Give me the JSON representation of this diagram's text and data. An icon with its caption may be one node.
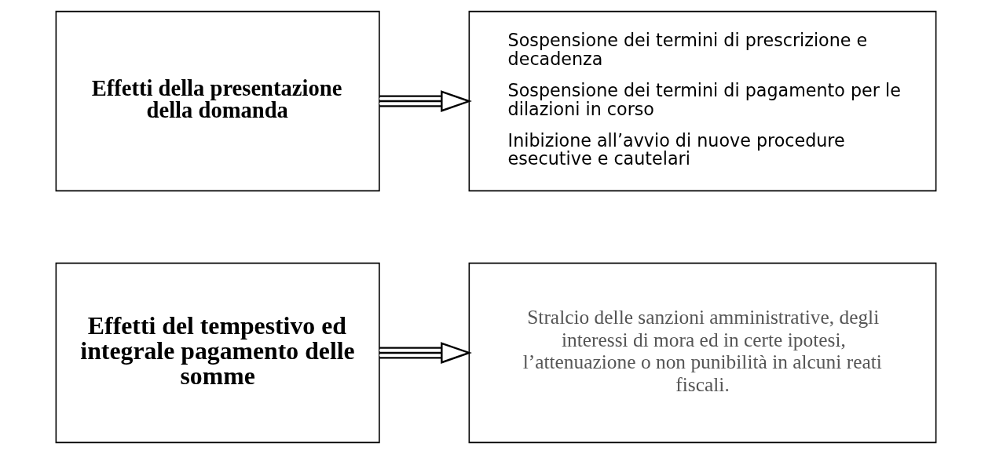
{
  "diagram": {
    "nodes": [
      {
        "text": [
          "Effetti della presentazione della domanda"
        ]
      },
      {
        "text": [
          "Sospensione dei termini di prescrizione e decadenza",
          "Sospensione dei termini di pagamento per le dilazioni in corso",
          "Inibizione all’avvio di nuove procedure esecutive e cautelari"
        ]
      },
      {
        "text": [
          "Effetti del tempestivo ed integrale pagamento delle somme"
        ]
      },
      {
        "text": [
          "Stralcio delle sanzioni amministrative, degli interessi di mora ed in certe ipotesi, l’attenuazione o non punibilità in alcuni reati fiscali."
        ]
      }
    ],
    "edges": [
      {
        "from": 0,
        "to": 1,
        "arrow": "to"
      },
      {
        "from": 2,
        "to": 3,
        "arrow": "to"
      }
    ]
  }
}
